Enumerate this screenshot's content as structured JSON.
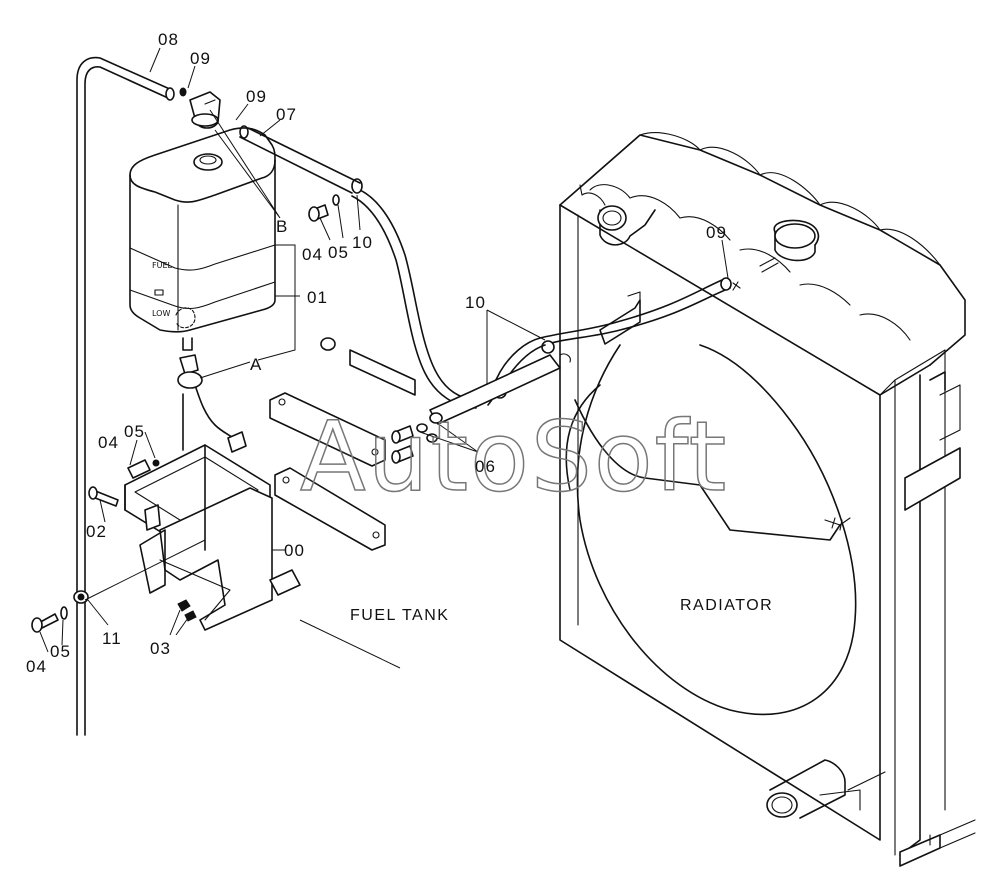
{
  "watermark": "AutoSoft",
  "captions": {
    "fuel_tank": "FUEL TANK",
    "radiator": "RADIATOR"
  },
  "tank_markings": {
    "fuel": "FUEL",
    "low": "LOW"
  },
  "part_labels": {
    "p08": "08",
    "p09_top": "09",
    "p09_mid": "09",
    "p07": "07",
    "pB": "B",
    "p04_top": "04",
    "p05_top": "05",
    "p10_top": "10",
    "p01": "01",
    "pA": "A",
    "p10_mid": "10",
    "p09_right": "09",
    "p06": "06",
    "p05_left": "05",
    "p04_left": "04",
    "p02": "02",
    "p00": "00",
    "p03": "03",
    "p11": "11",
    "p04_bottom": "04",
    "p05_bottom": "05"
  }
}
